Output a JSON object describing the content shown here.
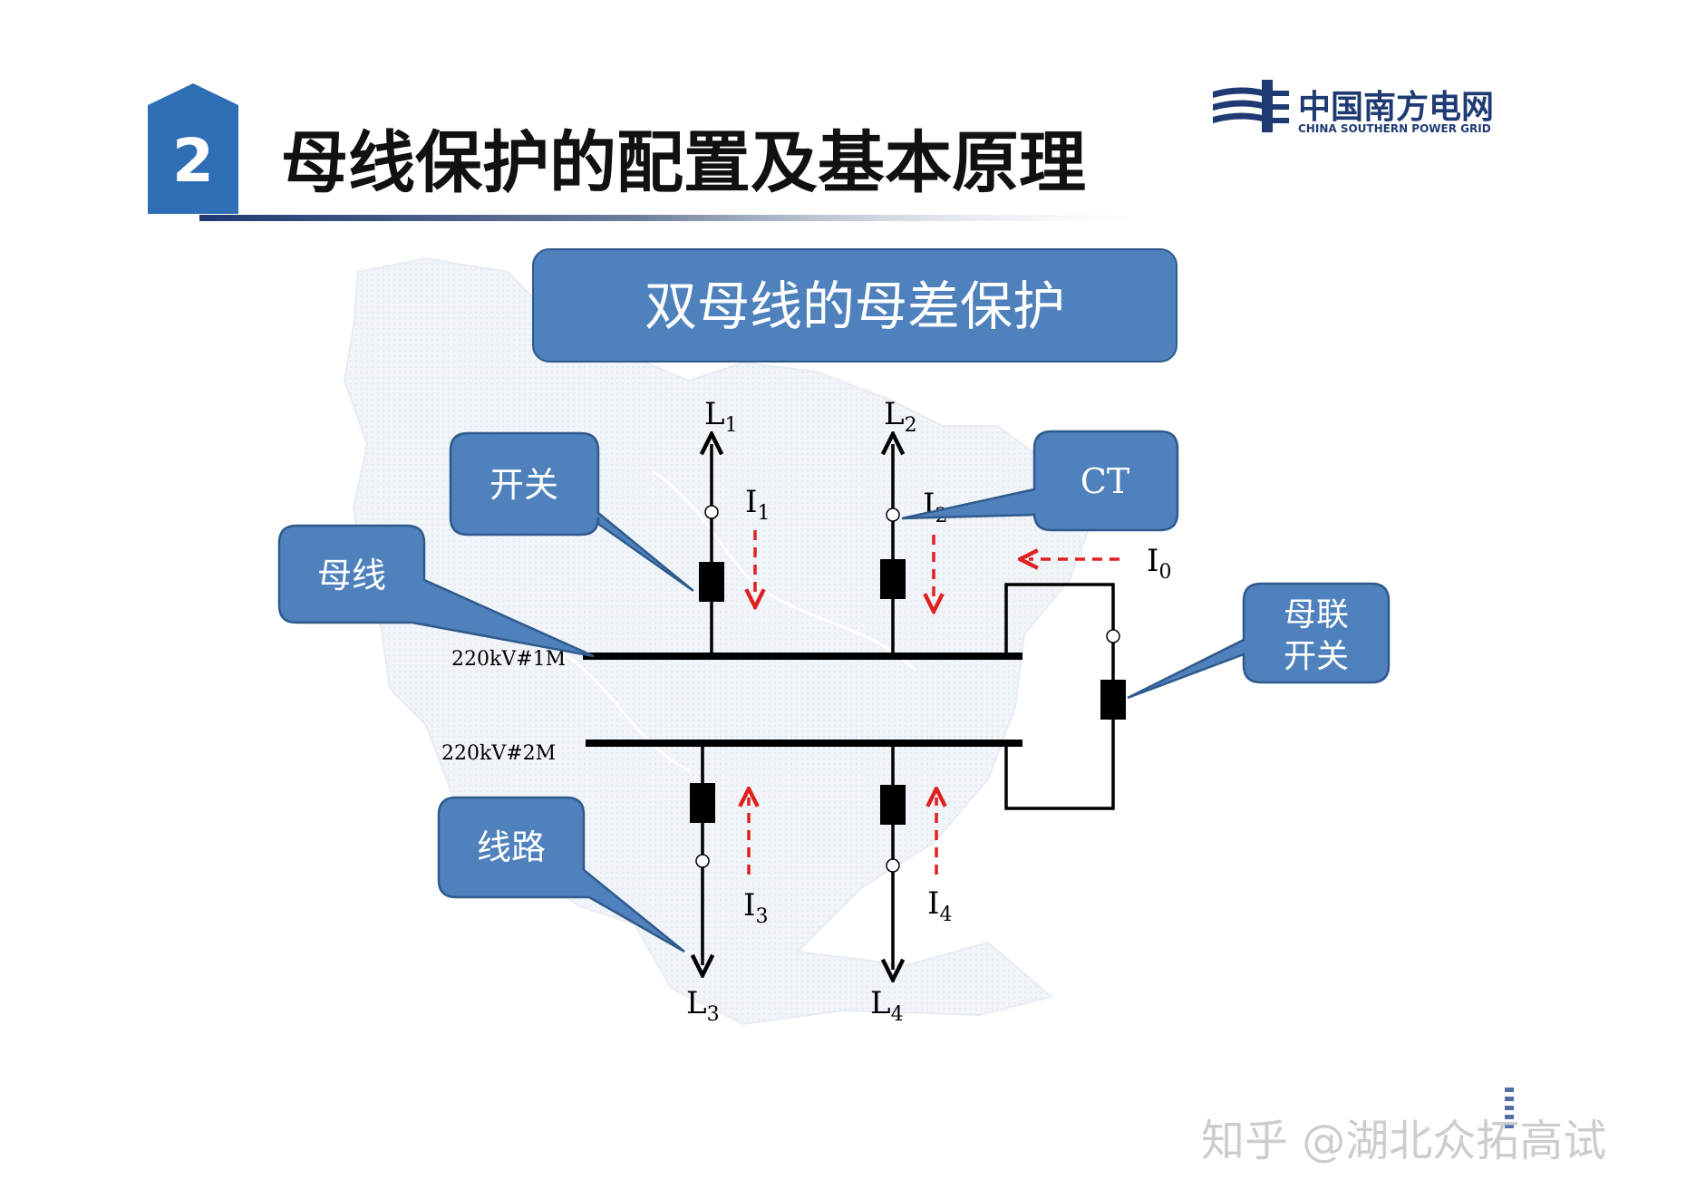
{
  "header": {
    "section_number": "2",
    "title": "母线保护的配置及基本原理"
  },
  "logo": {
    "name_cn": "中国南方电网",
    "name_en": "CHINA SOUTHERN POWER GRID",
    "color": "#1f3a73"
  },
  "subtitle_box": {
    "text": "双母线的母差保护"
  },
  "callouts": {
    "switch": "开关",
    "ct": "CT",
    "busbar": "母线",
    "bus_coupler": [
      "母联",
      "开关"
    ],
    "line": "线路"
  },
  "bus_labels": {
    "bus1": "220kV#1M",
    "bus2": "220kV#2M"
  },
  "feeders": {
    "L1": {
      "letter": "L",
      "sub": "1"
    },
    "L2": {
      "letter": "L",
      "sub": "2"
    },
    "L3": {
      "letter": "L",
      "sub": "3"
    },
    "L4": {
      "letter": "L",
      "sub": "4"
    }
  },
  "currents": {
    "I1": {
      "letter": "I",
      "sub": "1"
    },
    "I2": {
      "letter": "I",
      "sub": "2"
    },
    "I3": {
      "letter": "I",
      "sub": "3"
    },
    "I4": {
      "letter": "I",
      "sub": "4"
    },
    "I0": {
      "letter": "I",
      "sub": "0"
    }
  },
  "watermark": "知乎 @湖北众拓高试",
  "colors": {
    "callout_fill": "#4f81bd",
    "callout_stroke": "#2e5a8c",
    "header_box": "#2e6eb5",
    "current_arrow": "#e02020"
  }
}
